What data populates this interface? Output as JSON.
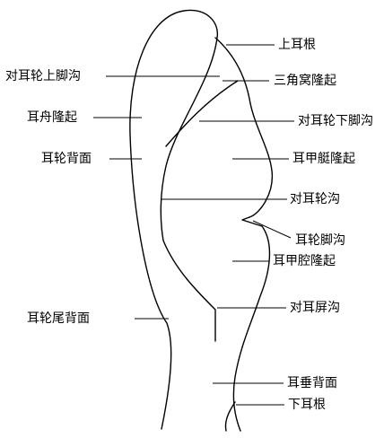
{
  "colors": {
    "line": "#000000",
    "background": "#ffffff",
    "text": "#000000"
  },
  "labels": {
    "upper_root": "上耳根",
    "inferior_crus_antihelix_groove": "对耳轮上脚沟",
    "triangular_fossa_eminence": "三角窝隆起",
    "scapha_eminence": "耳舟隆起",
    "lower_crus_antihelix_groove": "对耳轮下脚沟",
    "helix_back": "耳轮背面",
    "cymba_conchae_eminence": "耳甲艇隆起",
    "antihelix_groove": "对耳轮沟",
    "helix_crus_groove": "耳轮脚沟",
    "cavum_conchae_eminence": "耳甲腔隆起",
    "helix_tail_back": "耳轮尾背面",
    "antitragus_groove": "对耳屏沟",
    "lobule_back": "耳垂背面",
    "lower_root": "下耳根"
  }
}
